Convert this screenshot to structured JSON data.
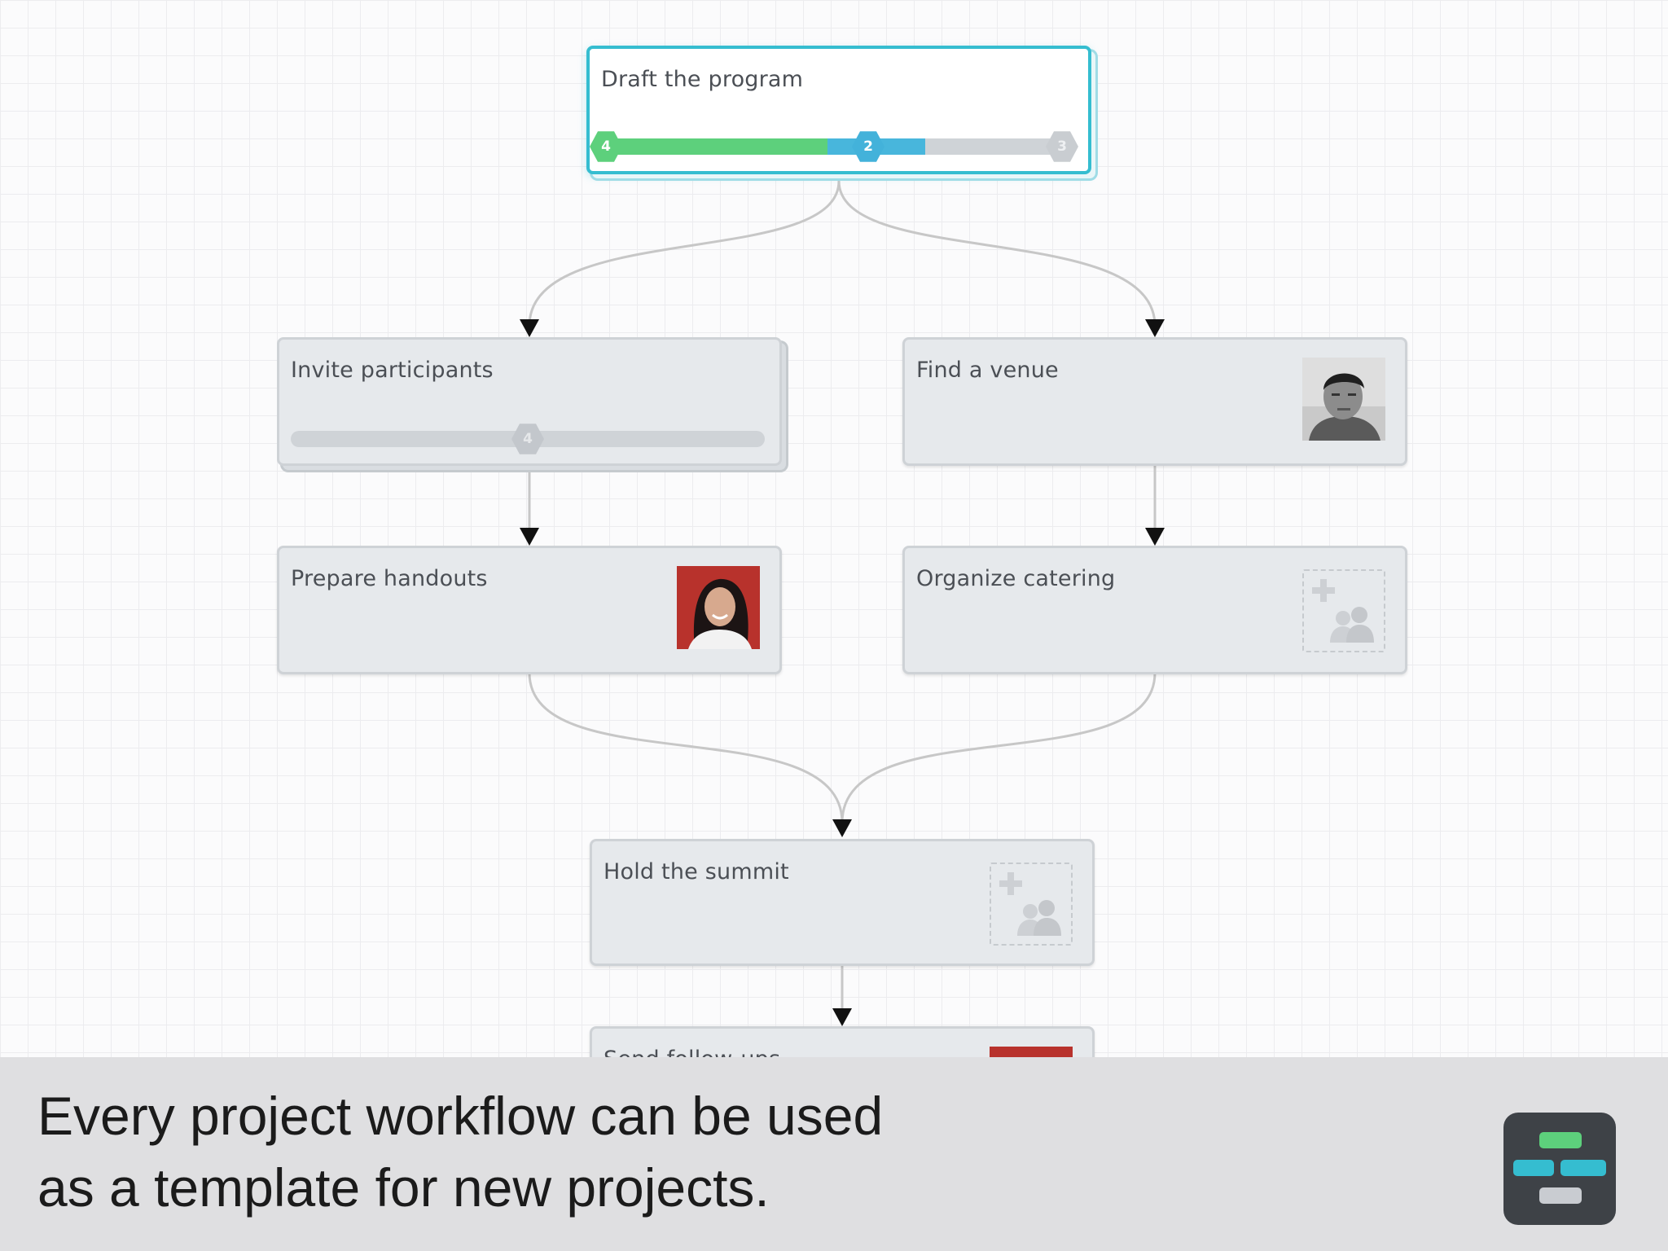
{
  "tasks": {
    "draft_program": {
      "title": "Draft the program",
      "progress": {
        "done": 4,
        "in_progress": 2,
        "remaining": 3,
        "done_fraction": 0.485,
        "in_progress_fraction": 0.215
      }
    },
    "invite_participants": {
      "title": "Invite participants",
      "progress": {
        "remaining": 4,
        "marker_fraction": 0.5
      }
    },
    "find_venue": {
      "title": "Find a venue",
      "assignee": "man-avatar"
    },
    "prepare_handouts": {
      "title": "Prepare handouts",
      "assignee": "woman-avatar"
    },
    "organize_catering": {
      "title": "Organize catering",
      "assignee": "add-assignee-icon"
    },
    "hold_summit": {
      "title": "Hold the summit",
      "assignee": "add-assignee-icon"
    },
    "send_follow_ups": {
      "title": "Send follow-ups",
      "assignee": "woman-avatar"
    }
  },
  "colors": {
    "done": "#5dd07c",
    "in_progress": "#43b2da",
    "remaining": "#cfd3d7",
    "active_border": "#35bdd0",
    "connector": "#c7c7c7",
    "arrow": "#111111"
  },
  "footer": {
    "caption_line1": "Every project workflow can be used",
    "caption_line2": "as a template for new projects.",
    "logo": "workflow-app-logo"
  }
}
